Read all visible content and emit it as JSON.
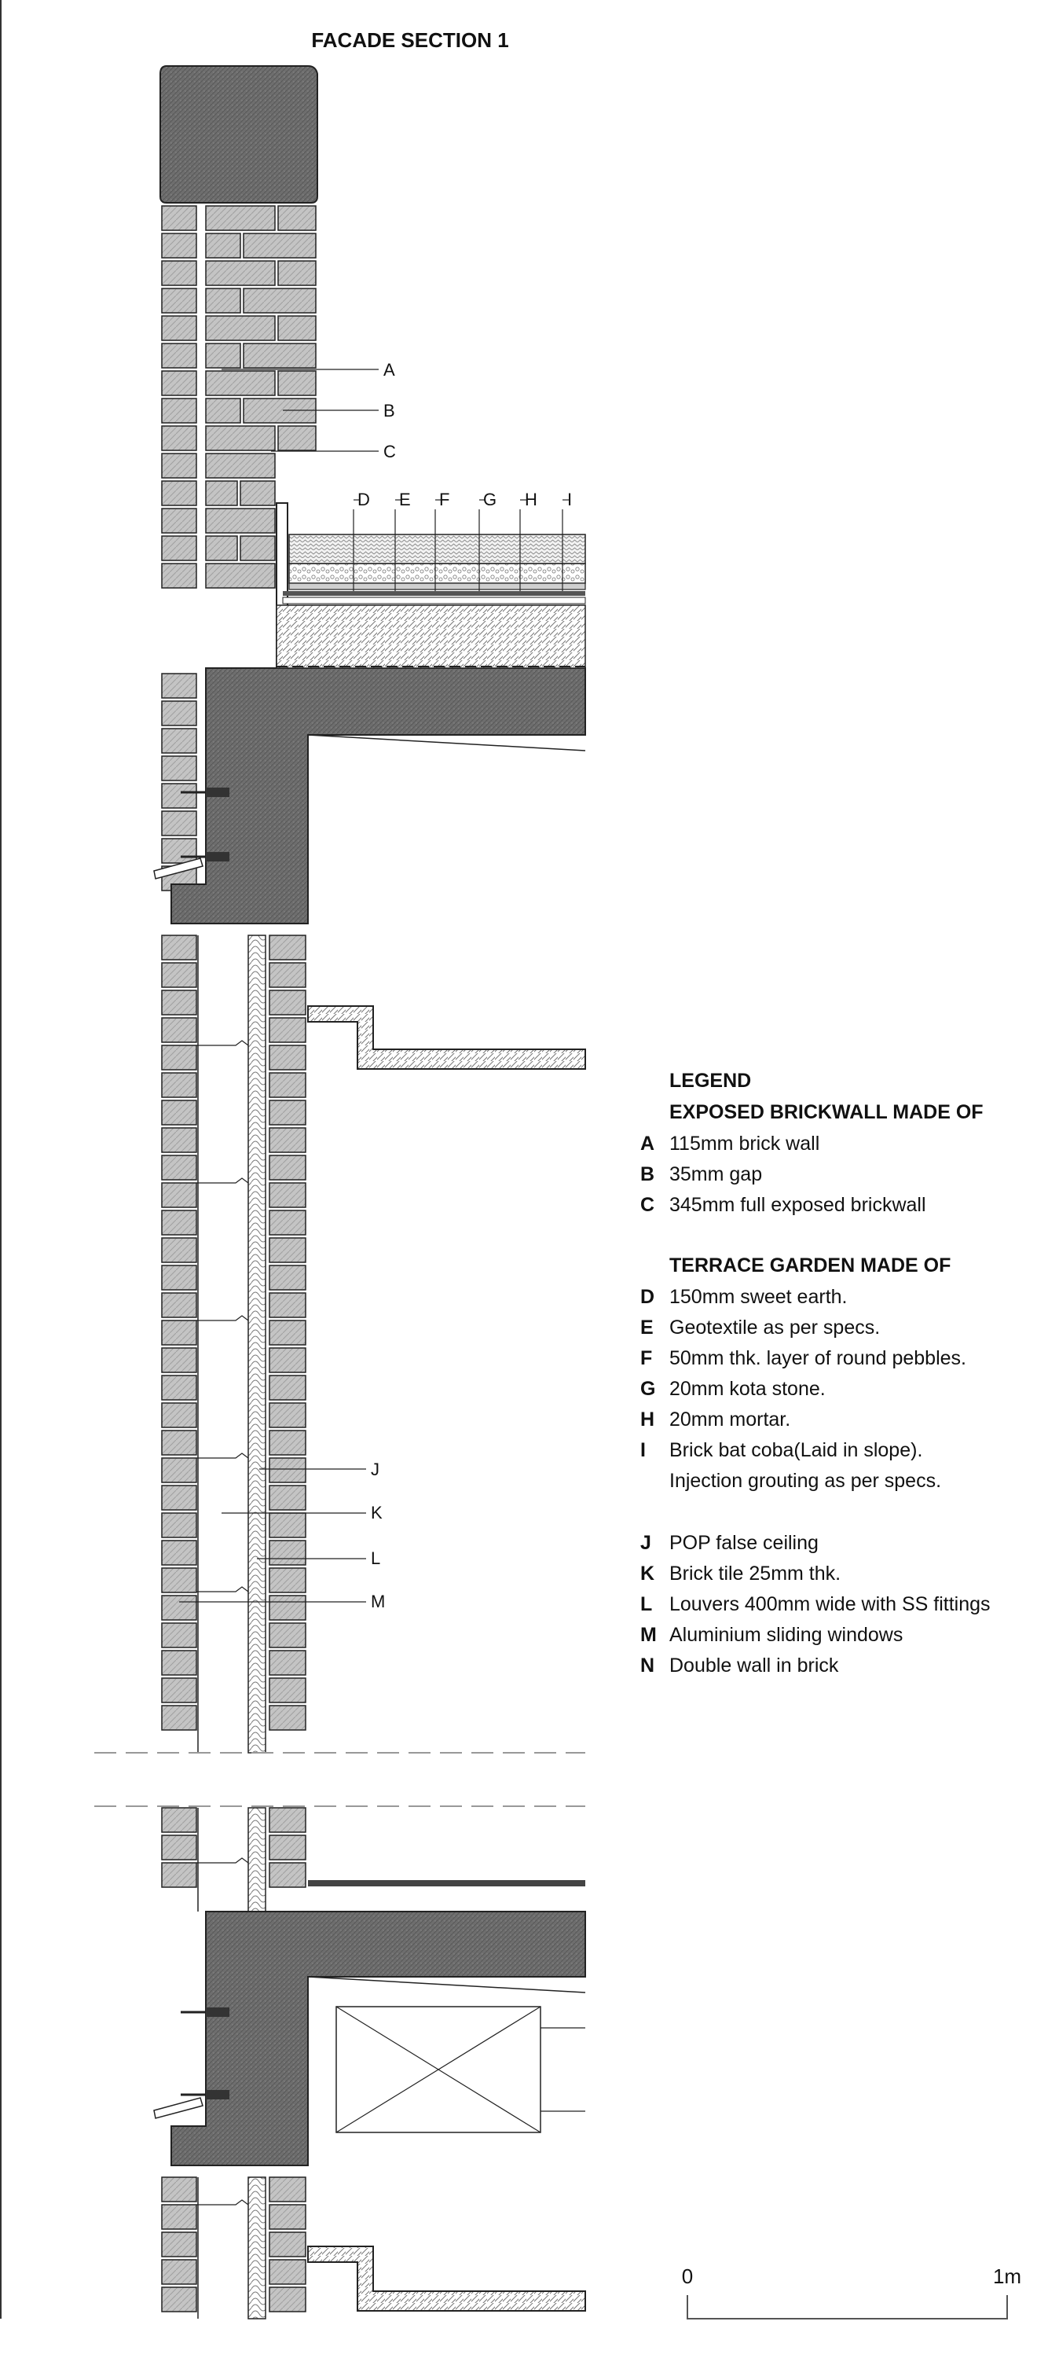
{
  "title": "FACADE SECTION 1",
  "callouts": {
    "A": "A",
    "B": "B",
    "C": "C",
    "D": "D",
    "E": "E",
    "F": "F",
    "G": "G",
    "H": "H",
    "I": "I",
    "J": "J",
    "K": "K",
    "L": "L",
    "M": "M"
  },
  "legend": {
    "title": "LEGEND",
    "brickwall_heading": "EXPOSED BRICKWALL MADE OF",
    "brickwall_items": [
      {
        "letter": "A",
        "text": "115mm brick wall"
      },
      {
        "letter": "B",
        "text": "35mm gap"
      },
      {
        "letter": "C",
        "text": "345mm full exposed brickwall"
      }
    ],
    "terrace_heading": "TERRACE GARDEN MADE OF",
    "terrace_items": [
      {
        "letter": "D",
        "text": "150mm sweet earth."
      },
      {
        "letter": "E",
        "text": "Geotextile as per specs."
      },
      {
        "letter": "F",
        "text": "50mm thk. layer of round pebbles."
      },
      {
        "letter": "G",
        "text": "20mm kota stone."
      },
      {
        "letter": "H",
        "text": "20mm mortar."
      },
      {
        "letter": "I",
        "text": "Brick bat coba(Laid in slope)."
      },
      {
        "letter": "",
        "text": "Injection grouting as per specs."
      }
    ],
    "other_items": [
      {
        "letter": "J",
        "text": "POP false ceiling"
      },
      {
        "letter": "K",
        "text": "Brick tile 25mm thk."
      },
      {
        "letter": "L",
        "text": "Louvers 400mm wide with SS fittings"
      },
      {
        "letter": "M",
        "text": "Aluminium sliding windows"
      },
      {
        "letter": "N",
        "text": "Double wall in brick"
      }
    ]
  },
  "scale_bar": {
    "start_label": "0",
    "end_label": "1m"
  },
  "colors": {
    "line": "#222222",
    "concrete": "#6b6b6b",
    "brick_fill": "#bdbdbd",
    "hatch": "#777777",
    "dash": "#999999"
  }
}
